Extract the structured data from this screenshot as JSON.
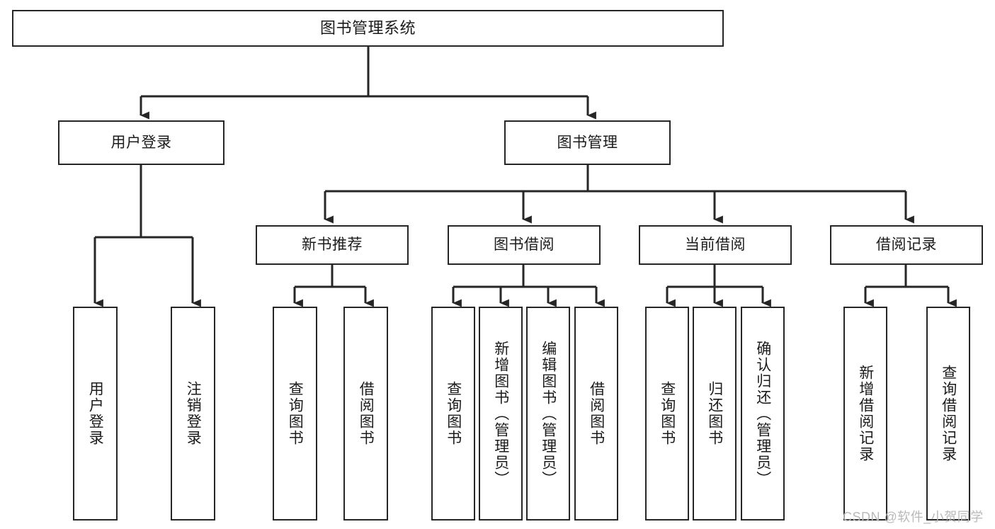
{
  "diagram": {
    "title": "图书管理系统",
    "type": "hierarchy-tree",
    "levels": 3,
    "colors": {
      "stroke": "#262626",
      "fill": "#ffffff",
      "text": "#1b1b1b",
      "watermark": "#b9b9b9"
    },
    "root": {
      "id": "root",
      "label": "图书管理系统"
    },
    "level2": [
      {
        "id": "user-login",
        "label": "用户登录"
      },
      {
        "id": "book-management",
        "label": "图书管理"
      }
    ],
    "level3": [
      {
        "id": "new-book-recommend",
        "label": "新书推荐"
      },
      {
        "id": "book-borrow",
        "label": "图书借阅"
      },
      {
        "id": "current-borrow",
        "label": "当前借阅"
      },
      {
        "id": "borrow-record",
        "label": "借阅记录"
      }
    ],
    "leaves": {
      "user_login": [
        {
          "id": "leaf-user-login",
          "label": "用户登录"
        },
        {
          "id": "leaf-logout-login",
          "label": "注销登录"
        }
      ],
      "new_book_recommend": [
        {
          "id": "leaf-query-book-1",
          "label": "查询图书"
        },
        {
          "id": "leaf-borrow-book-1",
          "label": "借阅图书"
        }
      ],
      "book_borrow": [
        {
          "id": "leaf-query-book-2",
          "label": "查询图书"
        },
        {
          "id": "leaf-add-book",
          "label": "新增图书（管理员）"
        },
        {
          "id": "leaf-edit-book",
          "label": "编辑图书（管理员）"
        },
        {
          "id": "leaf-borrow-book-2",
          "label": "借阅图书"
        }
      ],
      "current_borrow": [
        {
          "id": "leaf-query-book-3",
          "label": "查询图书"
        },
        {
          "id": "leaf-return-book",
          "label": "归还图书"
        },
        {
          "id": "leaf-confirm-return",
          "label": "确认归还（管理员）"
        }
      ],
      "borrow_record": [
        {
          "id": "leaf-add-record",
          "label": "新增借阅记录"
        },
        {
          "id": "leaf-query-record",
          "label": "查询借阅记录"
        }
      ]
    }
  },
  "watermark": {
    "text": "CSDN @软件_小贺同学"
  }
}
